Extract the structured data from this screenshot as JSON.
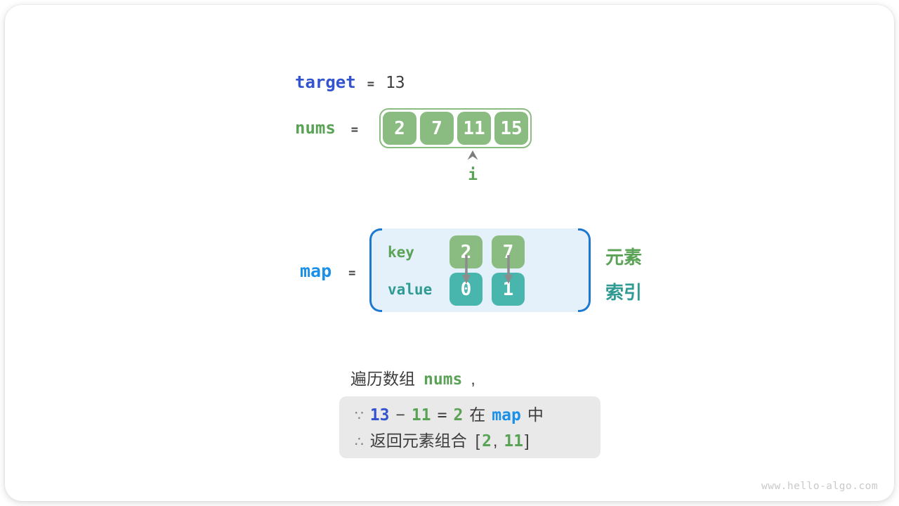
{
  "colors": {
    "array_green": "#8abb80",
    "map_teal": "#48b6ac",
    "green_text": "#5aa356",
    "teal_text": "#2f9b92",
    "royal_blue": "#3353cf",
    "cyan_blue": "#1b90e8",
    "bracket_blue": "#1d79cf",
    "map_background": "#e4f1fa",
    "note_box_gray": "#e9e9e9",
    "dark_text": "#3d3d3d",
    "arrow_gray": "#8c8c8c"
  },
  "target": {
    "label": "target",
    "equals": "=",
    "value": "13"
  },
  "nums": {
    "label": "nums",
    "equals": "=",
    "values": [
      "2",
      "7",
      "11",
      "15"
    ],
    "pointer_label": "i",
    "pointer_index": 2
  },
  "map": {
    "label": "map",
    "equals": "=",
    "key_label": "key",
    "value_label": "value",
    "keys": [
      "2",
      "7"
    ],
    "values": [
      "0",
      "1"
    ],
    "element_label": "元素",
    "index_label": "索引"
  },
  "caption": {
    "prefix": "遍历数组",
    "code": "nums",
    "suffix": ","
  },
  "conclusion": {
    "because": "∵",
    "therefore": "∴",
    "line1": {
      "target": "13",
      "minus": "−",
      "num": "11",
      "equals": "=",
      "diff": "2",
      "in_text": "在",
      "map": "map",
      "end_text": "中"
    },
    "line2": {
      "text": "返回元素组合",
      "open": "[",
      "a": "2",
      "comma": ",",
      "b": "11",
      "close": "]"
    }
  },
  "watermark": "www.hello-algo.com"
}
